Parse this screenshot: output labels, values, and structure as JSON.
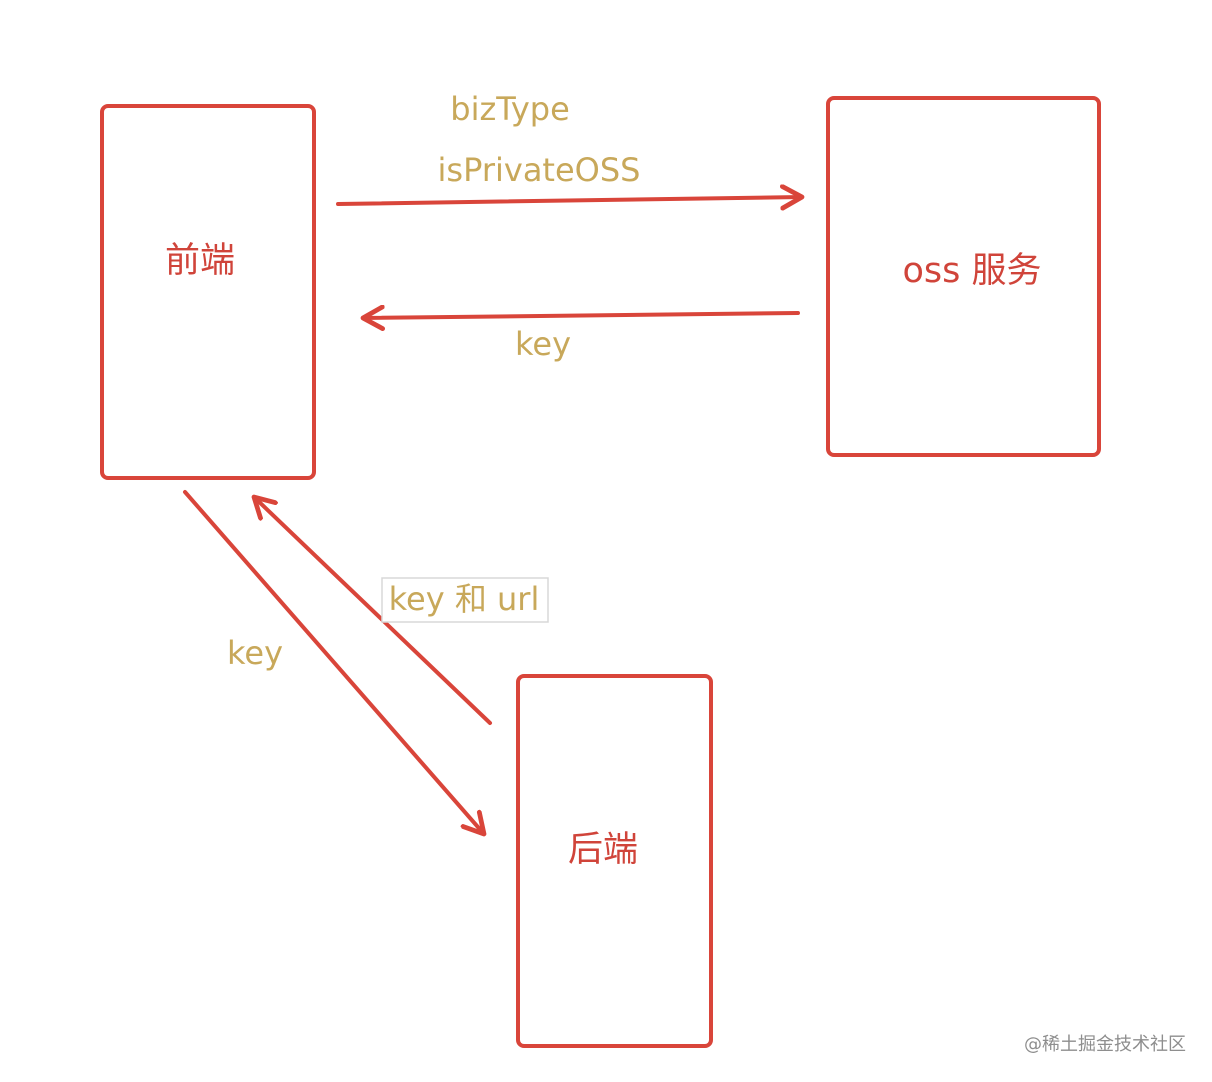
{
  "nodes": {
    "frontend": {
      "label": "前端"
    },
    "oss": {
      "label": "oss 服务"
    },
    "backend": {
      "label": "后端"
    }
  },
  "edges": {
    "frontend_to_oss": {
      "labels": [
        "bizType",
        "isPrivateOSS"
      ]
    },
    "oss_to_frontend": {
      "label": "key"
    },
    "frontend_to_backend": {
      "label": "key"
    },
    "backend_to_frontend": {
      "label": "key 和 url"
    }
  },
  "watermark": "@稀土掘金技术社区",
  "colors": {
    "node_stroke": "#d9453a",
    "node_text": "#d0443a",
    "edge": "#d9453a",
    "edge_text": "#c8a85a",
    "watermark": "#8e8e8e"
  }
}
